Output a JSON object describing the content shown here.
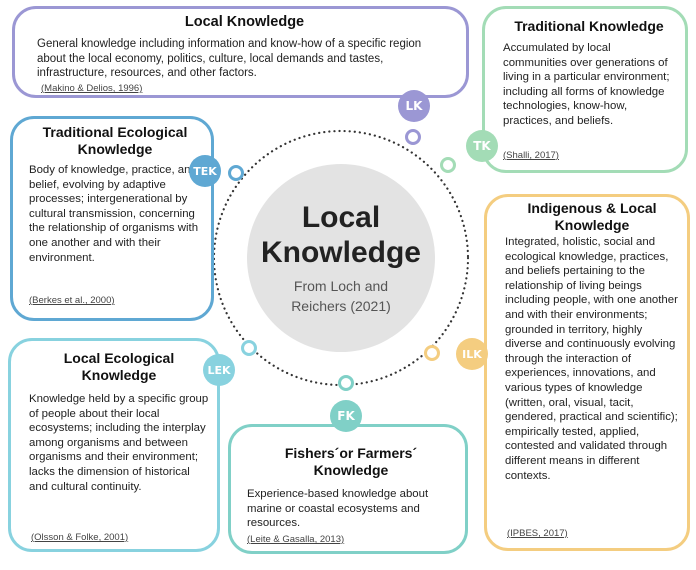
{
  "center": {
    "title": "Local\nKnowledge",
    "subtitle": "From Loch and\nReichers (2021)"
  },
  "colors": {
    "lk": "#9b97d4",
    "tk": "#a3dcb6",
    "tek": "#5fa8d3",
    "lek": "#88d2df",
    "fk": "#80d0c7",
    "ilk": "#f4cd80"
  },
  "cards": {
    "lk": {
      "tag": "LK",
      "title": "Local Knowledge",
      "description": "General knowledge including information and know-how of a specific region about the local economy, politics, culture, local demands and tastes, infrastructure, resources, and other factors.",
      "citation": "(Makino & Delios, 1996)"
    },
    "tk": {
      "tag": "TK",
      "title": "Traditional Knowledge",
      "description": "Accumulated by local communities over generations of living in a particular environment; including all forms of knowledge technologies, know-how, practices, and beliefs.",
      "citation": "(Shalli, 2017)"
    },
    "tek": {
      "tag": "TEK",
      "title": "Traditional Ecological Knowledge",
      "description": "Body of knowledge, practice, and belief, evolving by adaptive processes; intergenerational by cultural transmission, concerning the relationship of organisms with one another and with their environment.",
      "citation": "(Berkes et al., 2000)"
    },
    "ilk": {
      "tag": "ILK",
      "title": "Indigenous & Local Knowledge",
      "description": "Integrated, holistic, social and ecological knowledge, practices, and beliefs pertaining to the relationship of living beings including people, with one another and with their environments; grounded in territory, highly diverse and continuously evolving through the interaction of experiences, innovations, and various types of knowledge (written, oral, visual, tacit, gendered, practical and scientific); empirically tested, applied, contested and validated through different means in different contexts.",
      "citation": "(IPBES, 2017)"
    },
    "lek": {
      "tag": "LEK",
      "title": "Local Ecological Knowledge",
      "description": "Knowledge held by a specific group of people about their local ecosystems; including the interplay among organisms and between organisms and their environment; lacks the dimension of historical and cultural continuity.",
      "citation": "(Olsson & Folke, 2001)"
    },
    "fk": {
      "tag": "FK",
      "title": "Fishers´or Farmers´ Knowledge",
      "description": "Experience-based knowledge about marine or coastal ecosystems and resources.",
      "citation": "(Leite & Gasalla, 2013)"
    }
  }
}
